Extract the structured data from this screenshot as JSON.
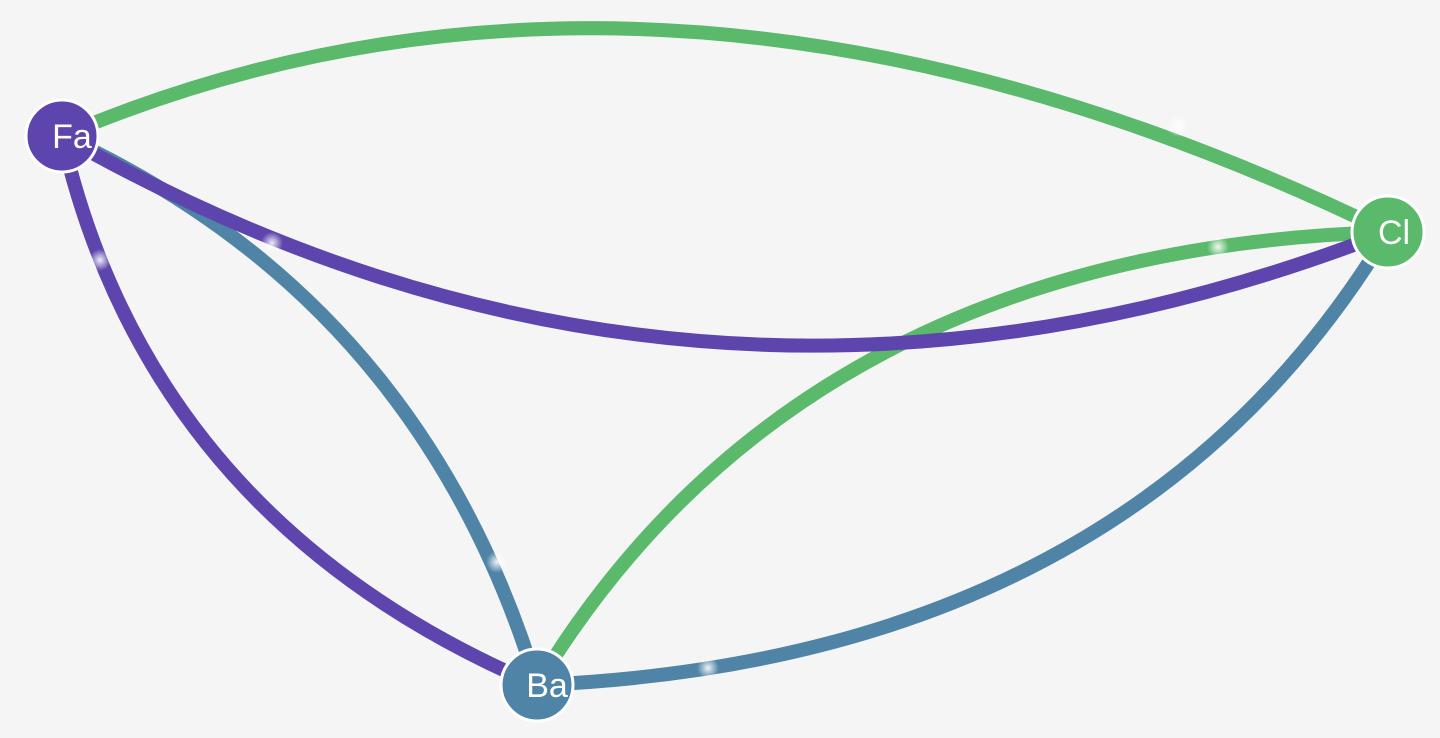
{
  "colors": {
    "background": "#f5f5f6",
    "purple": "#5e44ad",
    "blue": "#4f84a6",
    "green": "#5ab96a"
  },
  "nodes": [
    {
      "id": "fa",
      "label": "Fa",
      "color": "#5e44ad"
    },
    {
      "id": "cl",
      "label": "Cl",
      "color": "#5ab96a"
    },
    {
      "id": "ba",
      "label": "Ba",
      "color": "#4f84a6"
    }
  ],
  "edges": [
    {
      "from": "Fa",
      "to": "Cl",
      "color": "#5ab96a"
    },
    {
      "from": "Cl",
      "to": "Ba",
      "color": "#5ab96a"
    },
    {
      "from": "Fa",
      "to": "Ba",
      "color": "#4f84a6"
    },
    {
      "from": "Ba",
      "to": "Cl",
      "color": "#4f84a6"
    },
    {
      "from": "Fa",
      "to": "Cl",
      "color": "#5e44ad"
    },
    {
      "from": "Fa",
      "to": "Ba",
      "color": "#5e44ad"
    }
  ]
}
